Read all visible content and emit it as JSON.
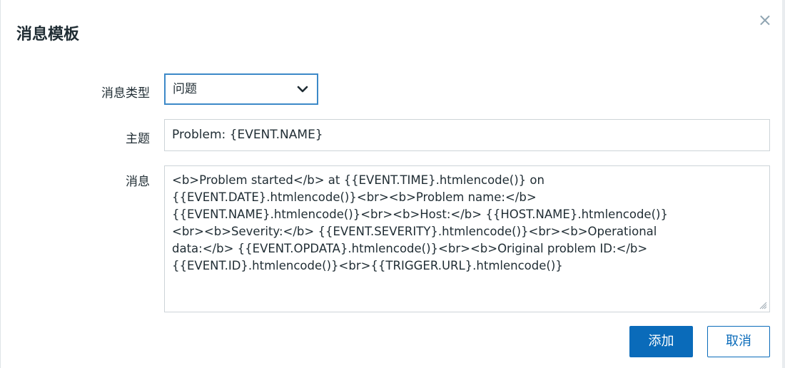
{
  "dialog": {
    "title": "消息模板",
    "close_symbol": "×"
  },
  "form": {
    "message_type": {
      "label": "消息类型",
      "selected": "问题"
    },
    "subject": {
      "label": "主题",
      "value": "Problem: {EVENT.NAME}"
    },
    "message": {
      "label": "消息",
      "lines": [
        "<b>Problem started</b> at {{EVENT.TIME}.htmlencode()} on",
        "{{EVENT.DATE}.htmlencode()}<br><b>Problem name:</b>",
        "{{EVENT.NAME}.htmlencode()}<br><b>Host:</b> {{HOST.NAME}.htmlencode()}",
        "<br><b>Severity:</b> {{EVENT.SEVERITY}.htmlencode()}<br><b>Operational",
        "data:</b> {{EVENT.OPDATA}.htmlencode()}<br><b>Original problem ID:</b>",
        "{{EVENT.ID}.htmlencode()}<br>{{TRIGGER.URL}.htmlencode()}"
      ]
    }
  },
  "buttons": {
    "add_label": "添加",
    "cancel_label": "取消"
  },
  "icons": {
    "close": "close-icon",
    "select_arrow": "chevron-down-icon",
    "resize": "resize-handle-icon"
  },
  "colors": {
    "accent": "#0a6bba",
    "focus_border": "#3c89c8",
    "text": "#1f2c33"
  }
}
